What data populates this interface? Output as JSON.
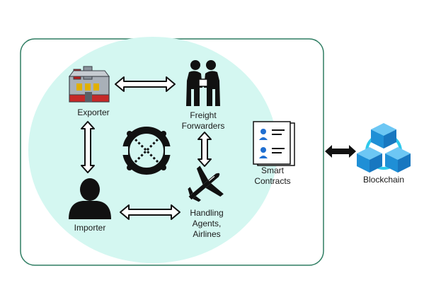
{
  "nodes": {
    "exporter": {
      "label": "Exporter"
    },
    "freight": {
      "label_lines": [
        "Freight",
        "Forwarders"
      ]
    },
    "importer": {
      "label": "Importer"
    },
    "handling": {
      "label_lines": [
        "Handling",
        "Agents,",
        "Airlines"
      ]
    },
    "contracts": {
      "label_lines": [
        "Smart",
        "Contracts"
      ]
    },
    "blockchain": {
      "label": "Blockchain"
    }
  },
  "colors": {
    "panel_border": "#2e7d62",
    "ellipse_fill": "#d4f7f1",
    "cube_blue": "#1fa2e8",
    "ring_cyan": "#2ec9ec"
  },
  "icons": {
    "exporter": "factory-icon",
    "freight": "handshake-icon",
    "importer": "person-icon",
    "handling": "airplane-icon",
    "contracts": "contract-document-icon",
    "network": "network-logo-icon",
    "blockchain": "blockchain-cubes-icon"
  }
}
